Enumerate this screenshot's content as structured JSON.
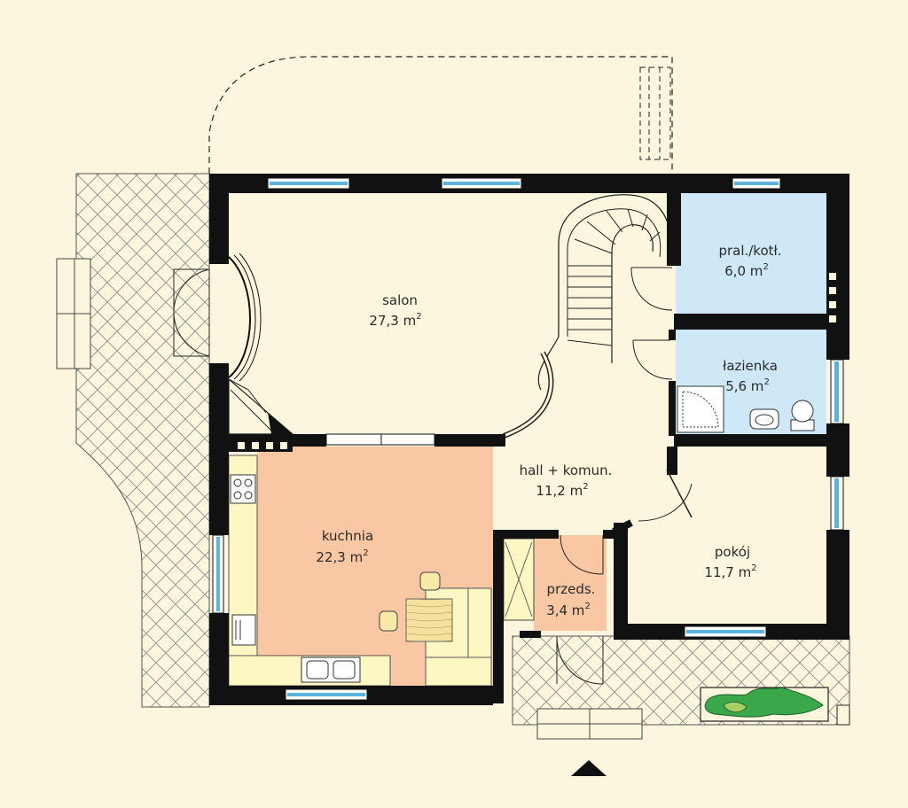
{
  "rooms": {
    "salon": {
      "name": "salon",
      "area": "27,3 m",
      "sup": "2"
    },
    "pral": {
      "name": "pral./kotł.",
      "area": "6,0 m",
      "sup": "2"
    },
    "lazienka": {
      "name": "łazienka",
      "area": "5,6 m",
      "sup": "2"
    },
    "hall": {
      "name": "hall + komun.",
      "area": "11,2 m",
      "sup": "2"
    },
    "kuchnia": {
      "name": "kuchnia",
      "area": "22,3 m",
      "sup": "2"
    },
    "przeds": {
      "name": "przeds.",
      "area": "3,4 m",
      "sup": "2"
    },
    "pokoj": {
      "name": "pokój",
      "area": "11,7 m",
      "sup": "2"
    }
  },
  "colors": {
    "background": "#fcf6df",
    "wall": "#111111",
    "kitchen": "#f9c7a4",
    "wet_rooms": "#cfe8f7",
    "cabinets": "#fdf7c4",
    "window": "#5ab4dd",
    "terrace_hatch": "#8a8a8a",
    "plants": "#3aa84a"
  }
}
